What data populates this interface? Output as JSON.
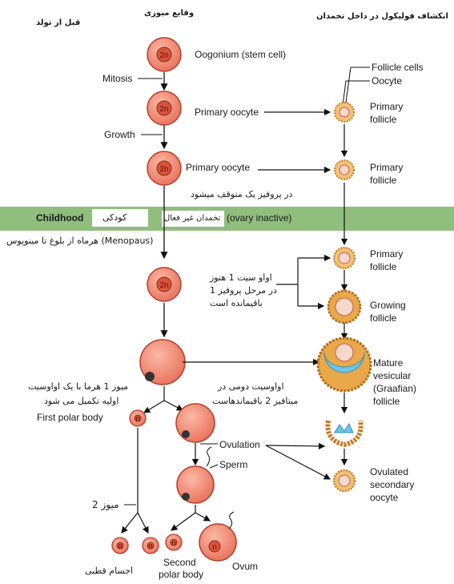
{
  "headers": {
    "before_birth": "قبل از تولد",
    "meiotic_events": "وقایع میوزی",
    "follicle_development": "انکشاف فولیکول در داخل تخمدان"
  },
  "cell_labels": {
    "diploid": "2n",
    "haploid": "n"
  },
  "stages": {
    "oogonium": "Oogonium (stem cell)",
    "mitosis": "Mitosis",
    "primary_oocyte_1": "Primary oocyte",
    "growth": "Growth",
    "primary_oocyte_2": "Primary oocyte",
    "arrested_prophase": "در پروفیز یک متوقف میشود",
    "first_polar_body": "First polar body",
    "meiosis1_note_line1": "میوز 1 هرما با یک اواوسیت",
    "meiosis1_note_line2": "اولیه تکمیل می شود",
    "secondary_oocyte_note_line1": "اواوسیت دومی در",
    "secondary_oocyte_note_line2": "میتافیز 2 باقیماندهاست",
    "ovulation": "Ovulation",
    "sperm": "Sperm",
    "meiosis2": "میوز 2",
    "polar_bodies_fa": "اجسام قطبی",
    "second_polar_body_line1": "Second",
    "second_polar_body_line2": "polar body",
    "ovum": "Ovum",
    "primary_arrest_line1": "اواو سیت 1 هنوز",
    "primary_arrest_line2": "در مرحل پروفیز 1",
    "primary_arrest_line3": "باقیمانده است"
  },
  "childhood_band": {
    "label": "Childhood",
    "label_fa": "کودکی",
    "ovary_fa": "تخمدان غیر فعال",
    "ovary_en": "(ovary inactive)",
    "menopause": "(Menopaus) هرماه از بلوغ تا مینوپوس"
  },
  "follicles": {
    "follicle_cells": "Follicle cells",
    "oocyte": "Oocyte",
    "primary_1_line1": "Primary",
    "primary_1_line2": "follicle",
    "primary_2_line1": "Primary",
    "primary_2_line2": "follicle",
    "primary_3_line1": "Primary",
    "primary_3_line2": "follicle",
    "growing_line1": "Growing",
    "growing_line2": "follicle",
    "mature_line1": "Mature",
    "mature_line2": "vesicular",
    "mature_line3": "(Graafian)",
    "mature_line4": "follicle",
    "ovulated_line1": "Ovulated",
    "ovulated_line2": "secondary",
    "ovulated_line3": "oocyte"
  },
  "colors": {
    "cell_fill": "#f08a72",
    "cell_stroke": "#b2402c",
    "childhood_band": "#8fbe7d",
    "follicle_gold": "#e9a84a",
    "antrum_blue": "#6cc6e8"
  }
}
